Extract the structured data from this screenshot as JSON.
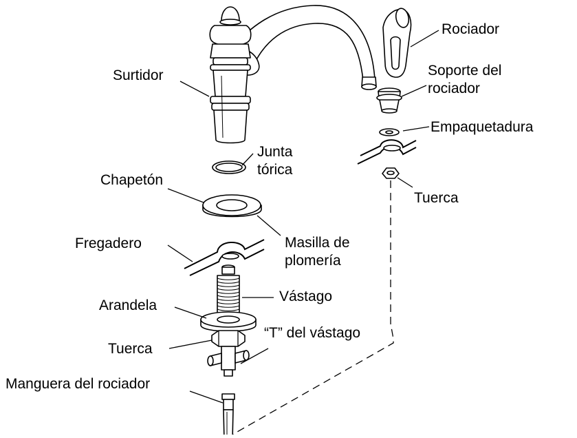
{
  "labels": {
    "surtidor": "Surtidor",
    "rociador": "Rociador",
    "soporte_line1": "Soporte del",
    "soporte_line2": "rociador",
    "empaquetadura": "Empaquetadura",
    "junta_line1": "Junta",
    "junta_line2": "tórica",
    "chapeton": "Chapetón",
    "tuerca_top": "Tuerca",
    "masilla_line1": "Masilla de",
    "masilla_line2": "plomería",
    "fregadero": "Fregadero",
    "vastago": "Vástago",
    "arandela": "Arandela",
    "t_vastago": "“T” del vástago",
    "tuerca_bottom": "Tuerca",
    "manguera": "Manguera del rociador"
  }
}
